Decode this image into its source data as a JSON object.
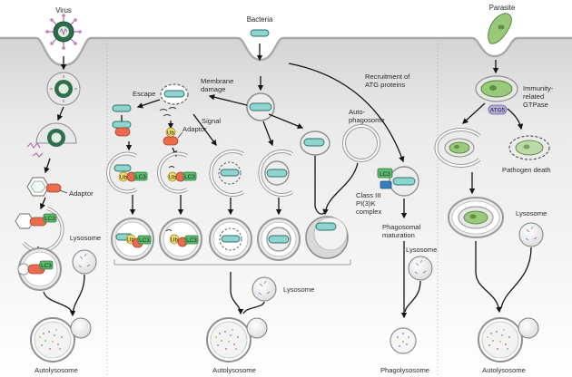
{
  "panels": {
    "virus": {
      "title": "Virus",
      "adaptor_label": "Adaptor",
      "lc3_tag": "LC3",
      "lysosome_label": "Lysosome",
      "outcome": "Autolysosome"
    },
    "bacteria": {
      "title": "Bacteria",
      "escape_label": "Escape",
      "membrane_damage_line1": "Membrane",
      "membrane_damage_line2": "damage",
      "adaptor_label": "Adaptor",
      "signal_label": "Signal",
      "autophagosome_line1": "Auto-",
      "autophagosome_line2": "phagosome",
      "ub_tag": "Ub",
      "lc3_tag": "LC3",
      "lysosome_label": "Lysosome",
      "outcome": "Autolysosome"
    },
    "phagosome": {
      "recruitment_line1": "Recruitment of",
      "recruitment_line2": "ATG proteins",
      "lc3_tag": "LC3",
      "class3_line1": "Class III",
      "class3_line2": "PI(3)K",
      "class3_line3": "complex",
      "maturation_line1": "Phagosomal",
      "maturation_line2": "maturation",
      "lysosome_label": "Lysosome",
      "outcome": "Phagolysosome"
    },
    "parasite": {
      "title": "Parasite",
      "gtpase_line1": "Immunity-",
      "gtpase_line2": "related",
      "gtpase_line3": "GTPase",
      "atg5_tag": "ATG5",
      "pathogen_death": "Pathogen death",
      "lysosome_label": "Lysosome",
      "outcome": "Autolysosome"
    }
  },
  "colors": {
    "cytoplasm": "#e6e6e6",
    "bacterium": "#8fd4cf",
    "adaptor": "#ec6b4e",
    "lc3": "#5bbc6e",
    "ubiquitin": "#f2dd6a",
    "virus_capsid": "#2f6e4a",
    "virus_spike": "#b05aa0",
    "parasite": "#99c97a",
    "atg5": "#b3addb"
  }
}
